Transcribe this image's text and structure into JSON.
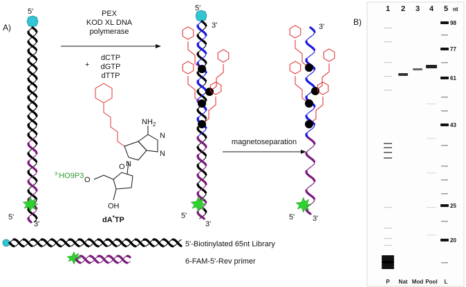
{
  "panel_a": {
    "label": "A)",
    "five_prime": "5'",
    "three_prime": "3'",
    "reaction": {
      "line1": "PEX",
      "line2": "KOD XL DNA",
      "line3": "polymerase",
      "plus": "+",
      "dntp1": "dCTP",
      "dntp2": "dGTP",
      "dntp3": "dTTP"
    },
    "molecule": {
      "nh2": "NH",
      "nh2_sub": "2",
      "n_label": "N",
      "o_label": "O",
      "oh": "OH",
      "triphosphate": "HO",
      "triphosphate_sup": "3-",
      "triphosphate_rest": "9P",
      "triphosphate_tail": "3",
      "name": "dA",
      "name_sup": "*",
      "name_tail": "TP"
    },
    "step2": "magnetoseparation",
    "legend": {
      "library": "5'-Biotinylated 65nt Library",
      "primer": "6-FAM-5'-Rev primer"
    }
  },
  "panel_b": {
    "label": "B)",
    "lane_numbers": [
      "1",
      "2",
      "3",
      "4",
      "5"
    ],
    "unit": "nt",
    "ladder": [
      "98",
      "77",
      "61",
      "43",
      "25",
      "20"
    ],
    "lane_labels": [
      "P",
      "Nat",
      "Mod",
      "Pool",
      "L"
    ]
  },
  "colors": {
    "biotin": "#32c6d4",
    "fam": "#2fd12f",
    "primer": "#7b1a7b",
    "extension": "#1a1adf",
    "modification": "#e02020",
    "dna": "#000000"
  }
}
